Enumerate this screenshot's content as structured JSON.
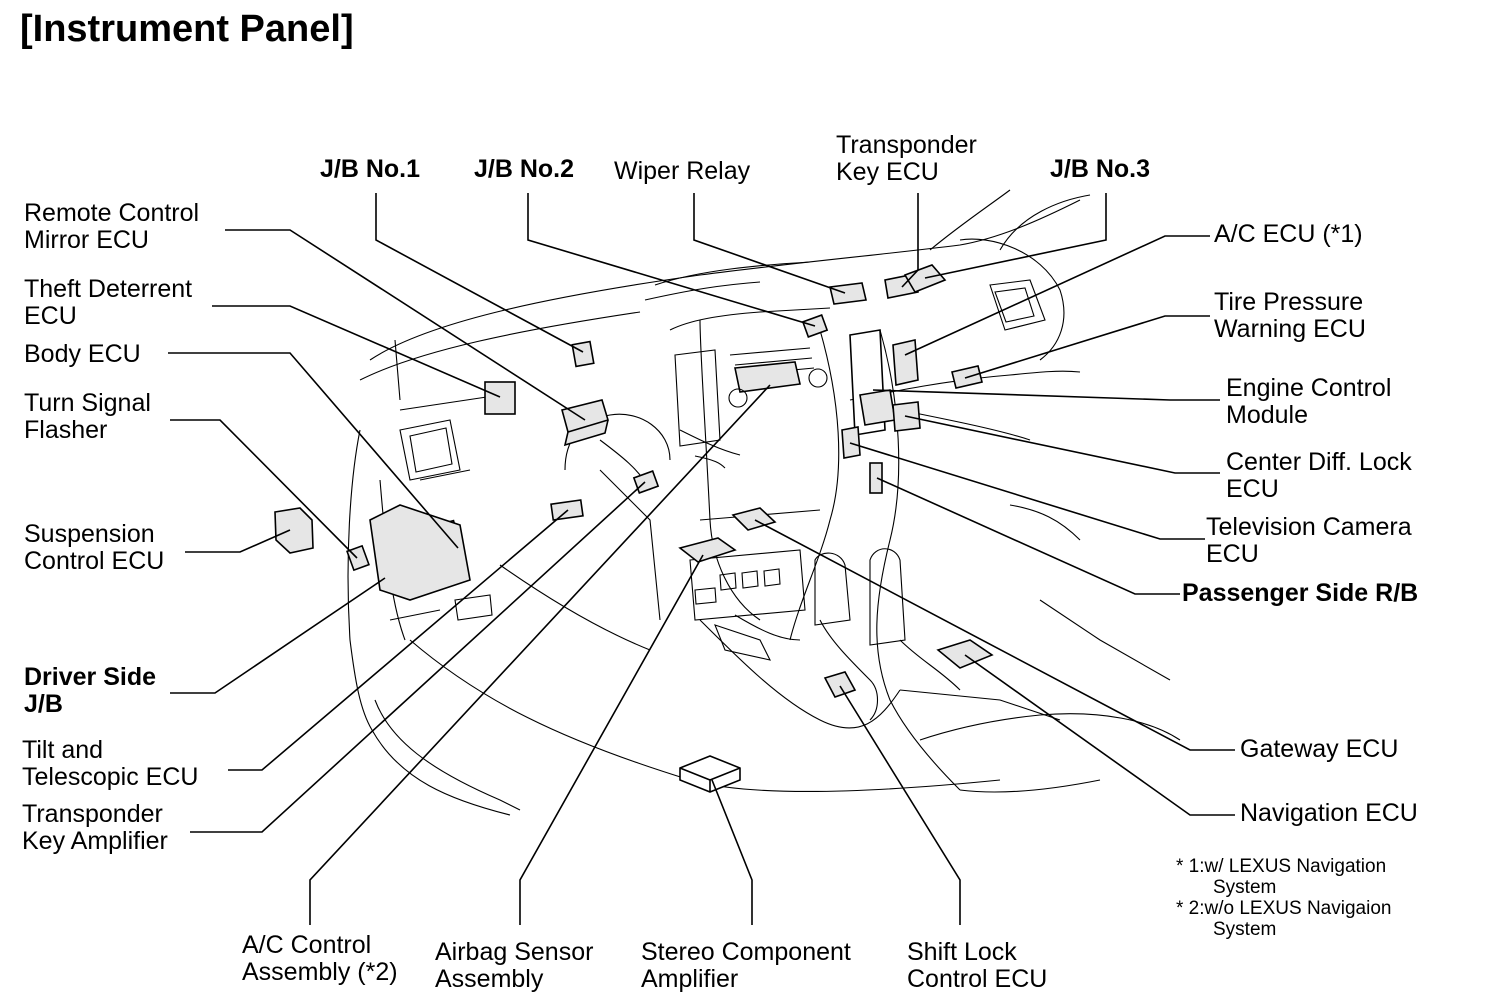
{
  "title": "[Instrument Panel]",
  "labels": {
    "jb_no1": "J/B No.1",
    "jb_no2": "J/B No.2",
    "wiper_relay": "Wiper Relay",
    "transponder_key_ecu_1": "Transponder",
    "transponder_key_ecu_2": "Key ECU",
    "jb_no3": "J/B No.3",
    "ac_ecu": "A/C ECU (*1)",
    "tire_pressure_1": "Tire Pressure",
    "tire_pressure_2": "Warning ECU",
    "engine_control_1": "Engine Control",
    "engine_control_2": "Module",
    "center_diff_1": "Center Diff. Lock",
    "center_diff_2": "ECU",
    "tv_camera_1": "Television Camera",
    "tv_camera_2": "ECU",
    "passenger_rb": "Passenger Side R/B",
    "gateway_ecu": "Gateway ECU",
    "navigation_ecu": "Navigation ECU",
    "remote_mirror_1": "Remote Control",
    "remote_mirror_2": "Mirror ECU",
    "theft_1": "Theft Deterrent",
    "theft_2": "ECU",
    "body_ecu": "Body ECU",
    "turn_signal_1": "Turn Signal",
    "turn_signal_2": "Flasher",
    "suspension_1": "Suspension",
    "suspension_2": "Control ECU",
    "driver_jb_1": "Driver Side",
    "driver_jb_2": "J/B",
    "tilt_1": "Tilt and",
    "tilt_2": "Telescopic ECU",
    "transponder_amp_1": "Transponder",
    "transponder_amp_2": "Key Amplifier",
    "ac_control_1": "A/C Control",
    "ac_control_2": "Assembly (*2)",
    "airbag_1": "Airbag Sensor",
    "airbag_2": "Assembly",
    "stereo_1": "Stereo Component",
    "stereo_2": "Amplifier",
    "shift_lock_1": "Shift Lock",
    "shift_lock_2": "Control ECU"
  },
  "notes": {
    "n1_a": "* 1:w/ LEXUS Navigation",
    "n1_b": "System",
    "n2_a": "* 2:w/o LEXUS Navigaion",
    "n2_b": "System"
  }
}
